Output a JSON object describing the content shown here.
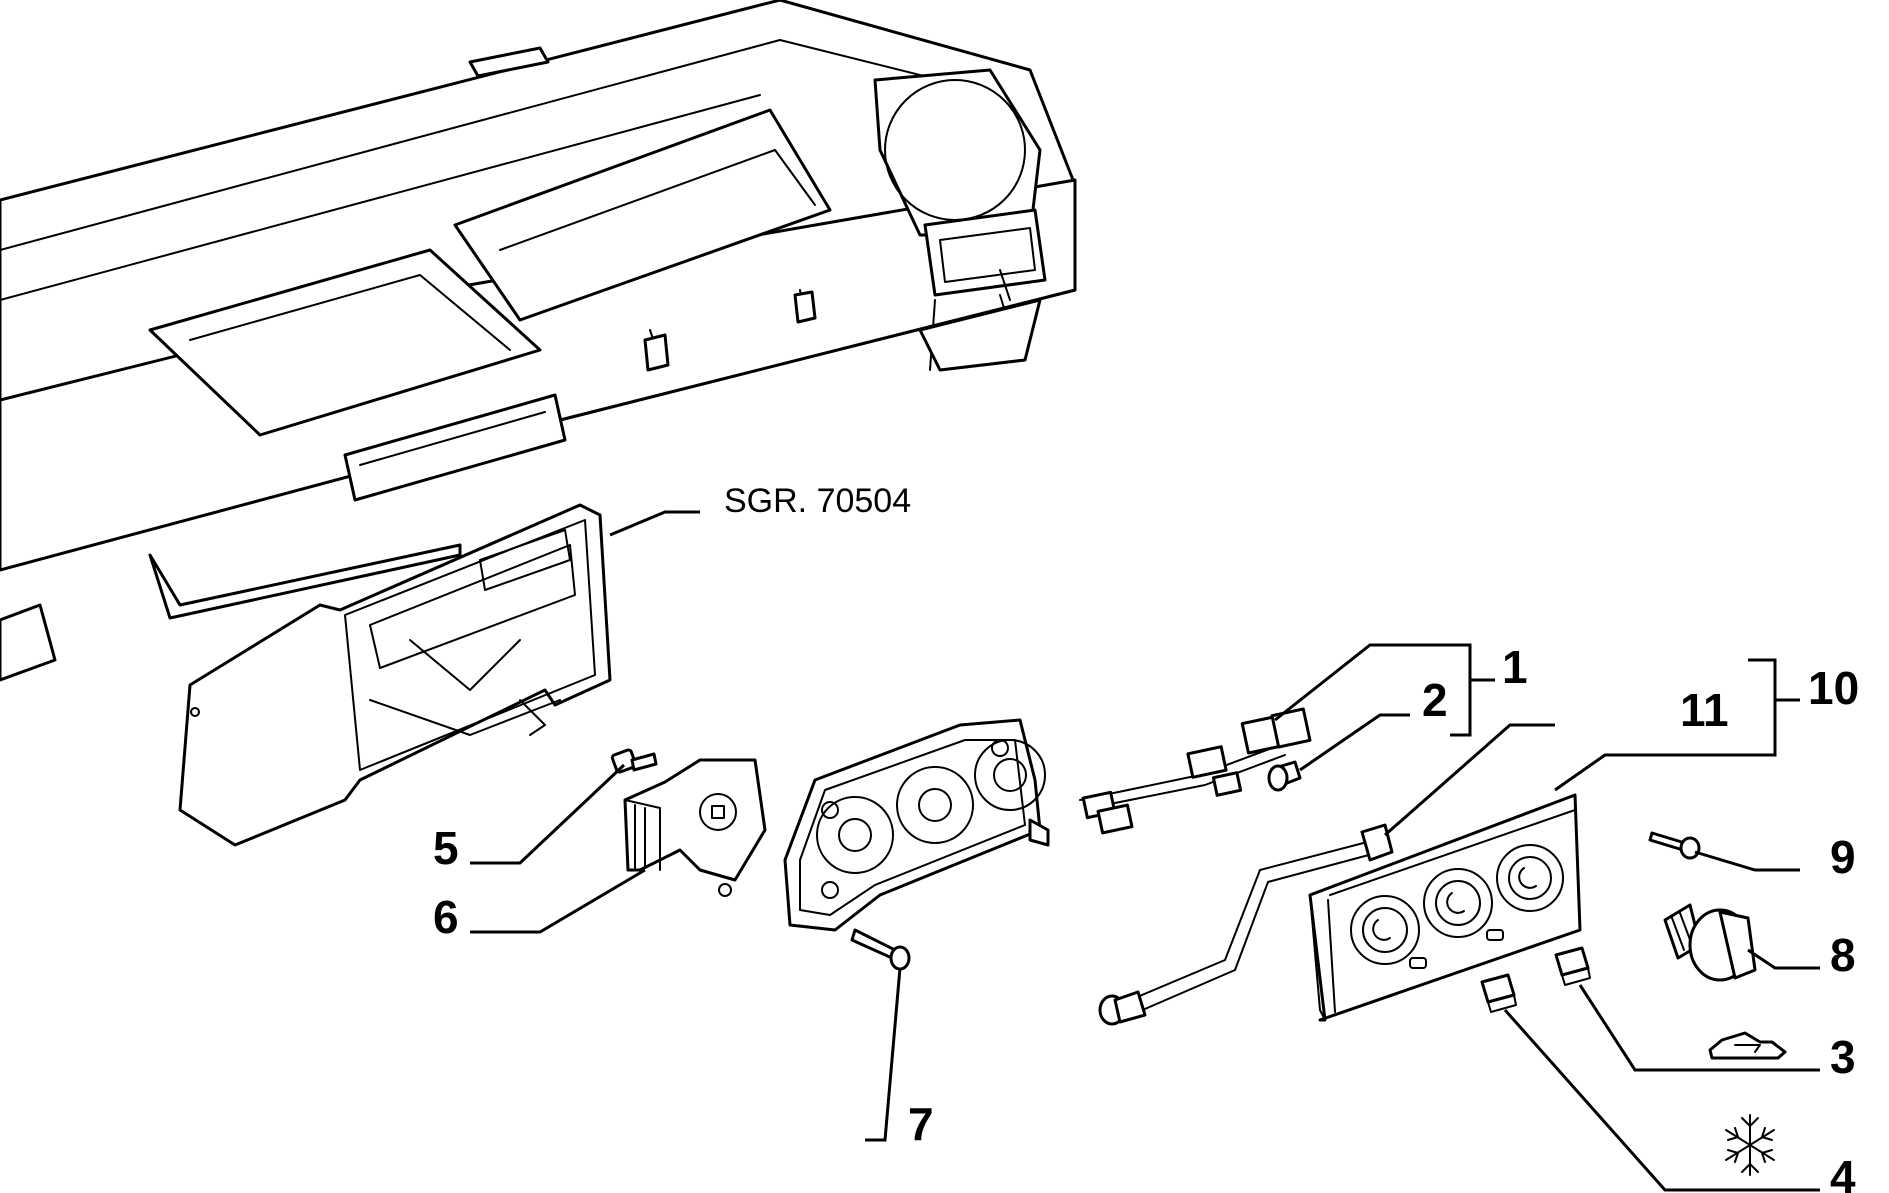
{
  "reference": "SGR. 70504",
  "callouts": [
    {
      "id": "1",
      "label": "1"
    },
    {
      "id": "2",
      "label": "2"
    },
    {
      "id": "3",
      "label": "3"
    },
    {
      "id": "4",
      "label": "4"
    },
    {
      "id": "5",
      "label": "5"
    },
    {
      "id": "6",
      "label": "6"
    },
    {
      "id": "7",
      "label": "7"
    },
    {
      "id": "8",
      "label": "8"
    },
    {
      "id": "9",
      "label": "9"
    },
    {
      "id": "10",
      "label": "10"
    },
    {
      "id": "11",
      "label": "11"
    }
  ],
  "symbols": [
    {
      "name": "recirculation-car-icon"
    },
    {
      "name": "snowflake-icon"
    }
  ]
}
